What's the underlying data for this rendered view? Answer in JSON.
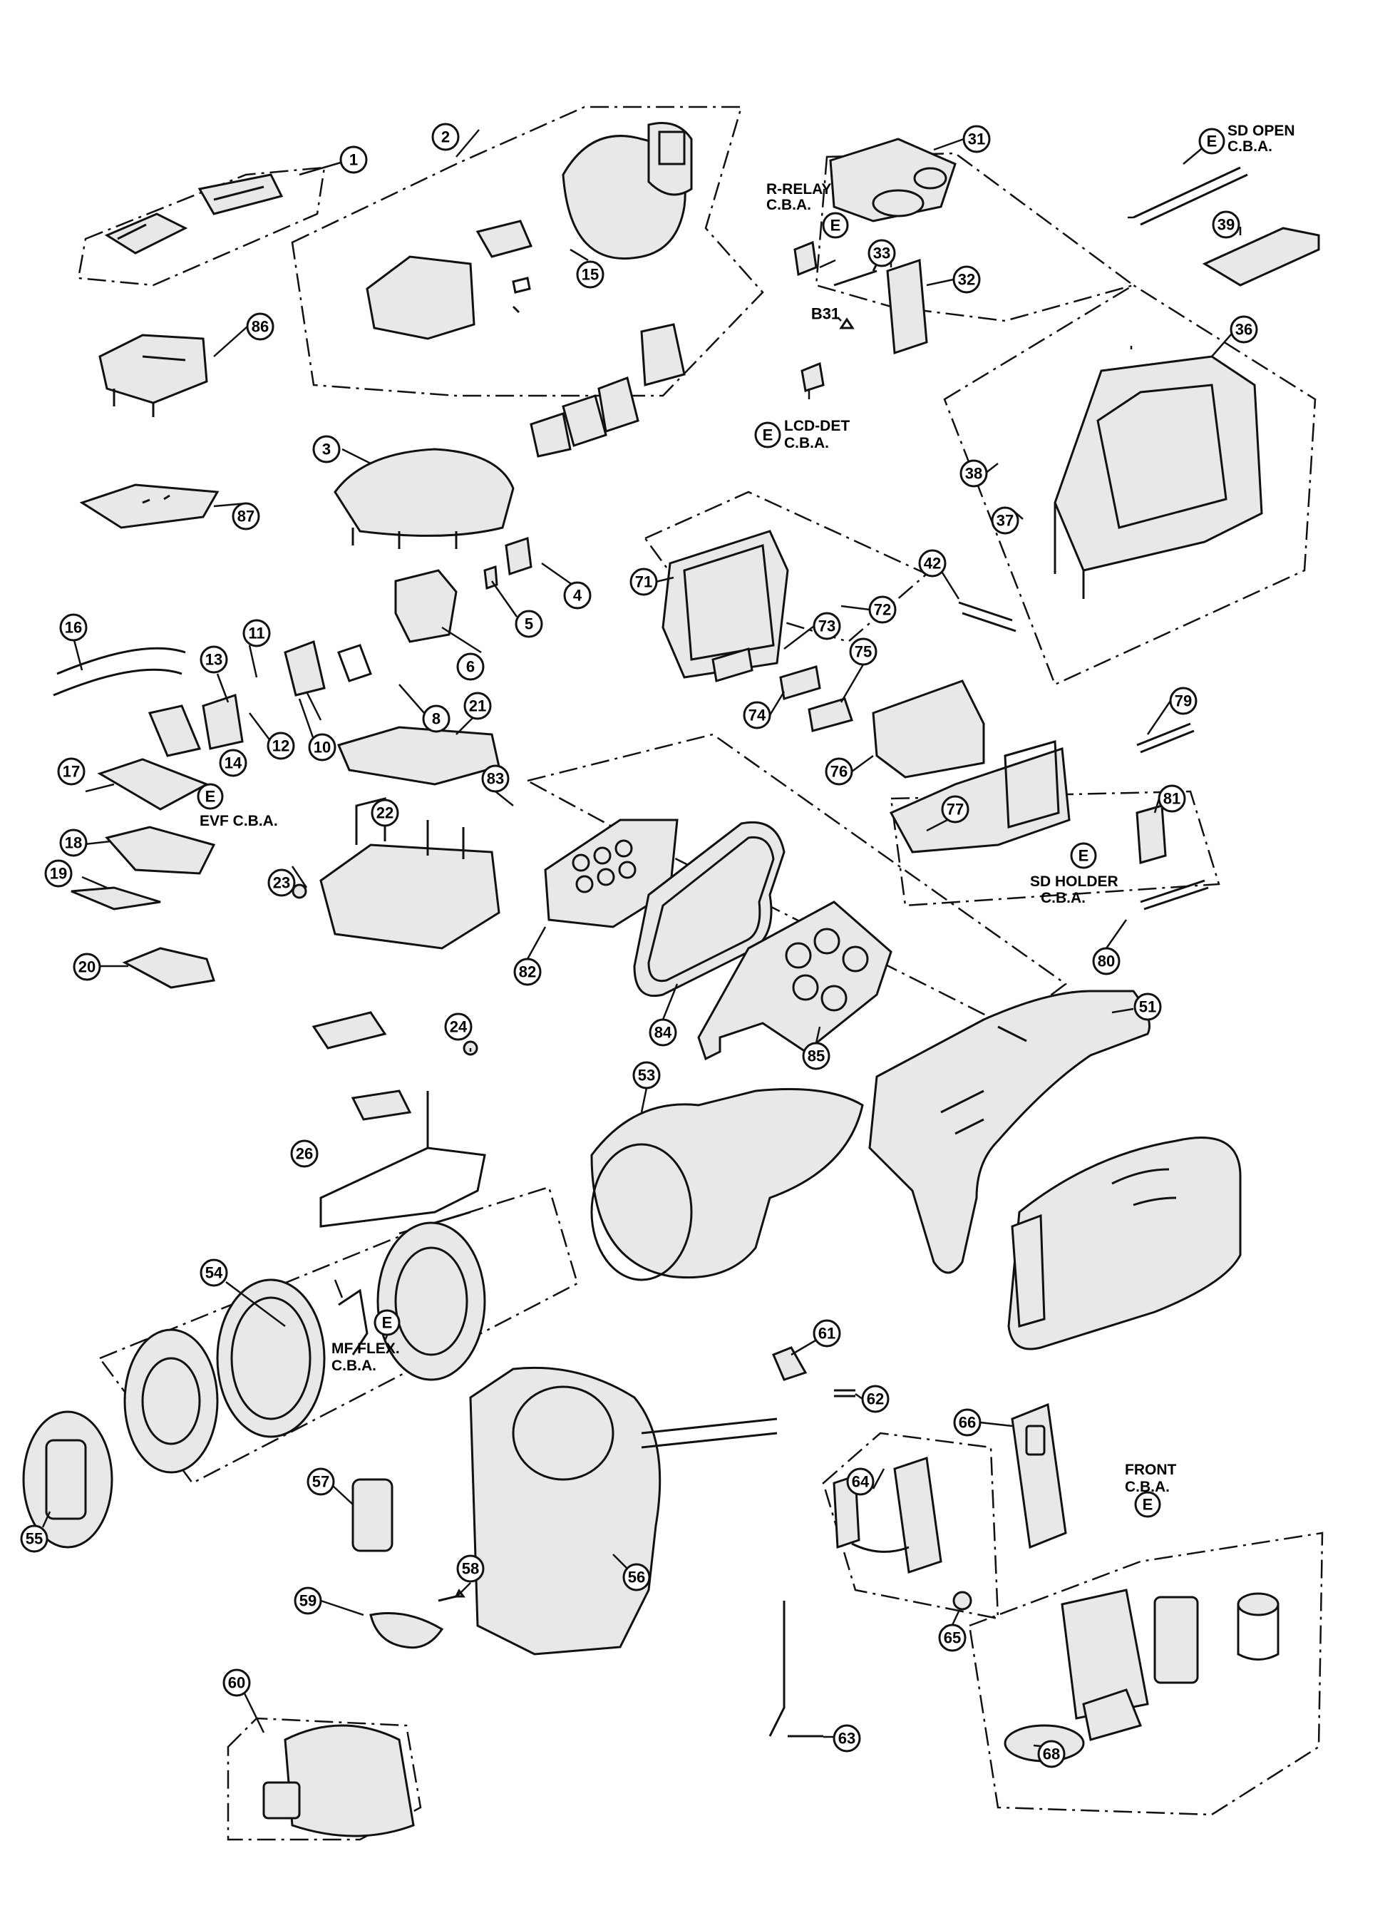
{
  "callouts": {
    "p1": "1",
    "p2": "2",
    "p3": "3",
    "p4": "4",
    "p5": "5",
    "p6": "6",
    "p8": "8",
    "p10": "10",
    "p11": "11",
    "p12": "12",
    "p13": "13",
    "p14": "14",
    "p15": "15",
    "p16": "16",
    "p17": "17",
    "p18": "18",
    "p19": "19",
    "p20": "20",
    "p21": "21",
    "p22": "22",
    "p23": "23",
    "p24": "24",
    "p26": "26",
    "p31": "31",
    "p32": "32",
    "p33": "33",
    "p36": "36",
    "p37": "37",
    "p38": "38",
    "p39": "39",
    "p42": "42",
    "p51": "51",
    "p53": "53",
    "p54": "54",
    "p55": "55",
    "p56": "56",
    "p57": "57",
    "p58": "58",
    "p59": "59",
    "p60": "60",
    "p61": "61",
    "p62": "62",
    "p63": "63",
    "p64": "64",
    "p65": "65",
    "p66": "66",
    "p68": "68",
    "p71": "71",
    "p72": "72",
    "p73": "73",
    "p74": "74",
    "p75": "75",
    "p76": "76",
    "p77": "77",
    "p79": "79",
    "p80": "80",
    "p81": "81",
    "p82": "82",
    "p83": "83",
    "p84": "84",
    "p85": "85",
    "p86": "86",
    "p87": "87",
    "pB31": "B31"
  },
  "labels": {
    "sd_open_1": "SD OPEN",
    "sd_open_2": "C.B.A.",
    "r_relay_1": "R-RELAY",
    "r_relay_2": "C.B.A.",
    "lcd_det_1": "LCD-DET",
    "lcd_det_2": "C.B.A.",
    "evf": "EVF C.B.A.",
    "sd_holder_1": "SD HOLDER",
    "sd_holder_2": "C.B.A.",
    "mf_flex_1": "MF FLEX.",
    "mf_flex_2": "C.B.A.",
    "front_1": "FRONT",
    "front_2": "C.B.A.",
    "e_marker": "E"
  }
}
